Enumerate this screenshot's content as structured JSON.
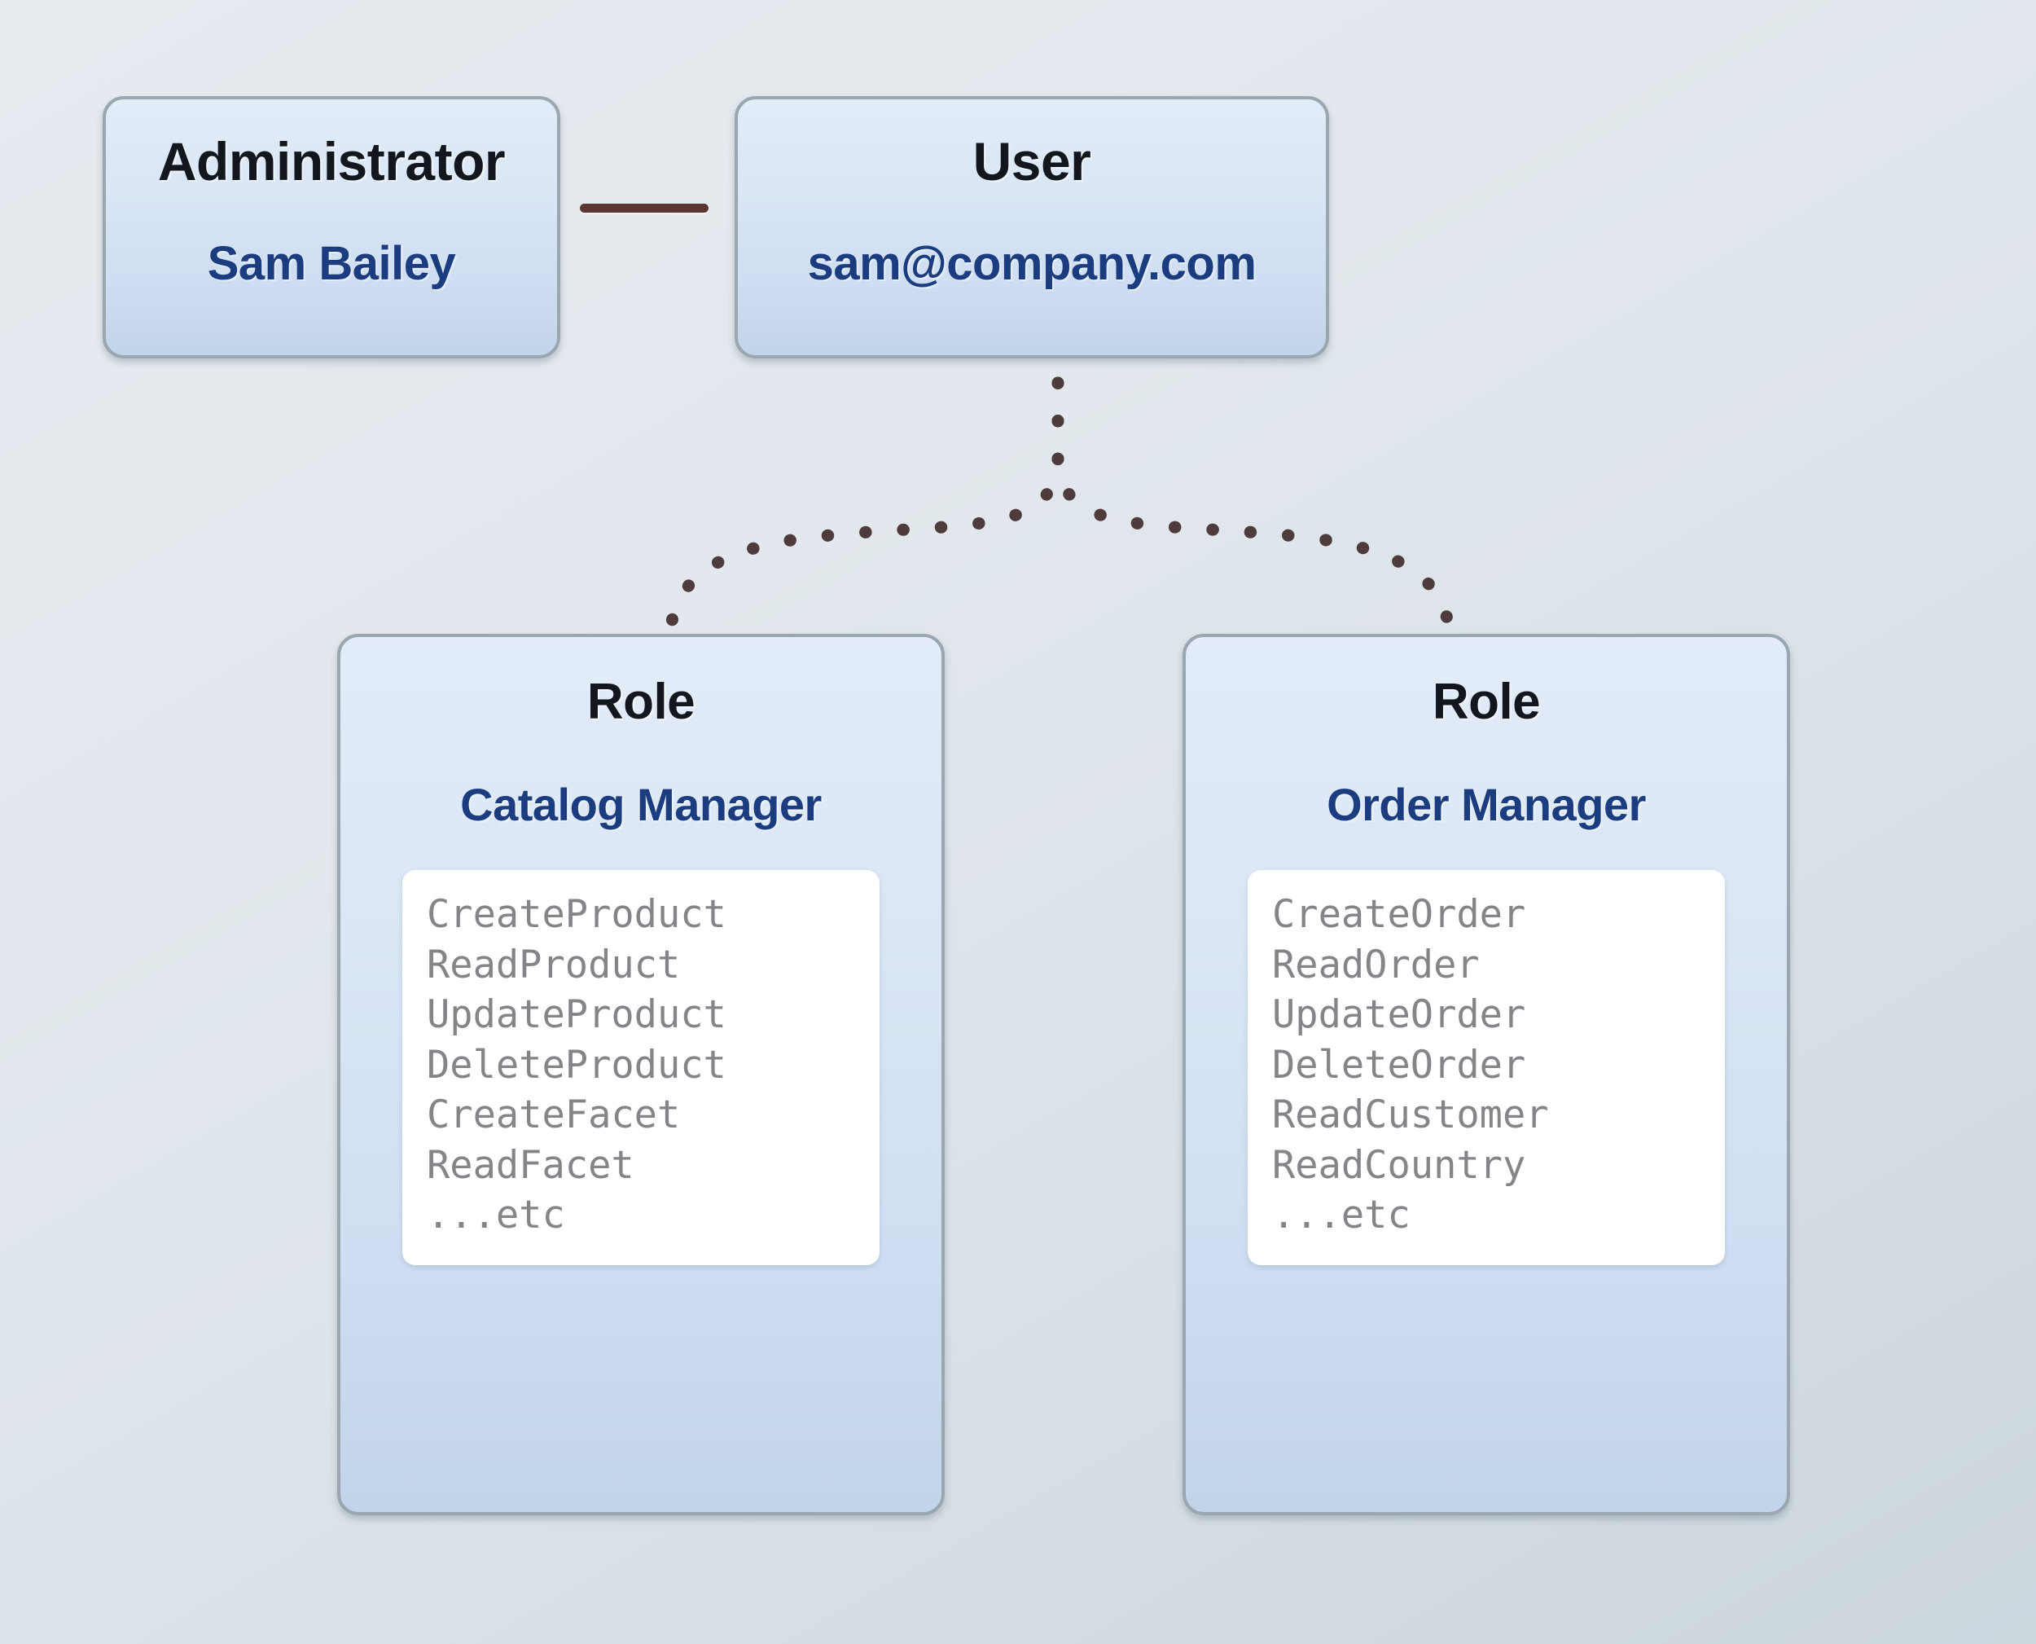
{
  "diagram": {
    "title_text_color": "#12161d",
    "accent_color": "#1b3d7f",
    "card_border_color": "#9aa7b0",
    "connector_color": "#5c3432",
    "dotted_edge_color": "#4e3c3c",
    "permission_text_color": "#838589",
    "background_top_color": "#e6ebf0",
    "background_bottom_color": "#ccd6dd"
  },
  "administrator": {
    "type_label": "Administrator",
    "name": "Sam Bailey"
  },
  "user": {
    "type_label": "User",
    "email": "sam@company.com"
  },
  "roles": [
    {
      "type_label": "Role",
      "name": "Catalog Manager",
      "permissions": [
        "CreateProduct",
        "ReadProduct",
        "UpdateProduct",
        "DeleteProduct",
        "CreateFacet",
        "ReadFacet",
        "...etc"
      ]
    },
    {
      "type_label": "Role",
      "name": "Order Manager",
      "permissions": [
        "CreateOrder",
        "ReadOrder",
        "UpdateOrder",
        "DeleteOrder",
        "ReadCustomer",
        "ReadCountry",
        "...etc"
      ]
    }
  ],
  "connections": [
    {
      "from": "administrator",
      "to": "user",
      "style": "solid"
    },
    {
      "from": "user",
      "to": "role-catalog-manager",
      "style": "dotted"
    },
    {
      "from": "user",
      "to": "role-order-manager",
      "style": "dotted"
    }
  ]
}
